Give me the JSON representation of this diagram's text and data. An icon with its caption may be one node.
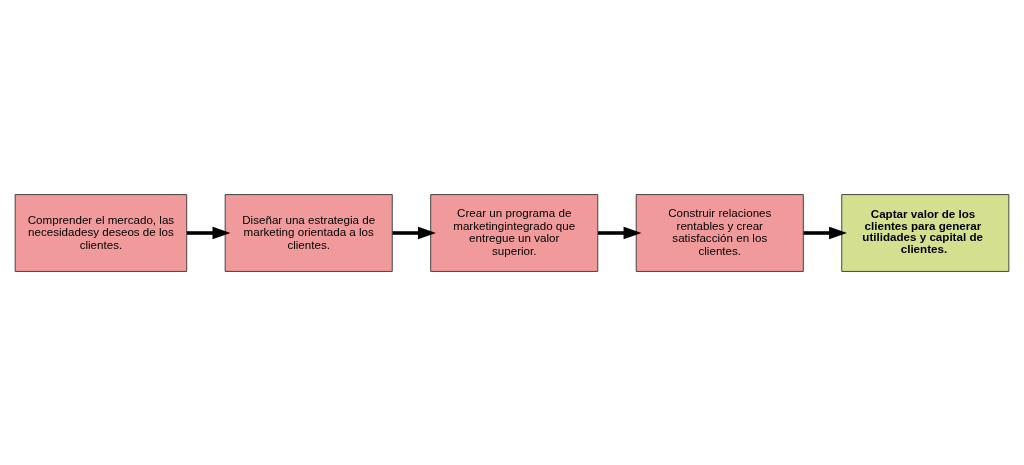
{
  "diagram": {
    "nodes": [
      {
        "text": [
          "Comprender el mercado, las necesidadesy deseos de los clientes."
        ]
      },
      {
        "text": [
          "Diseñar una estrategia de marketing orientada a los clientes."
        ]
      },
      {
        "text": [
          "Crear un programa de marketingintegrado que entregue un valor superior."
        ]
      },
      {
        "text": [
          "Construir relaciones rentables y crear satisfacción en los clientes."
        ]
      },
      {
        "text": [
          "Captar valor de los clientes para generar utilidades y capital de clientes."
        ]
      }
    ],
    "edges": [
      {
        "from": 0,
        "to": 1,
        "arrow": "to"
      },
      {
        "from": 1,
        "to": 2,
        "arrow": "to"
      },
      {
        "from": 2,
        "to": 3,
        "arrow": "to"
      },
      {
        "from": 3,
        "to": 4,
        "arrow": "to"
      }
    ]
  }
}
